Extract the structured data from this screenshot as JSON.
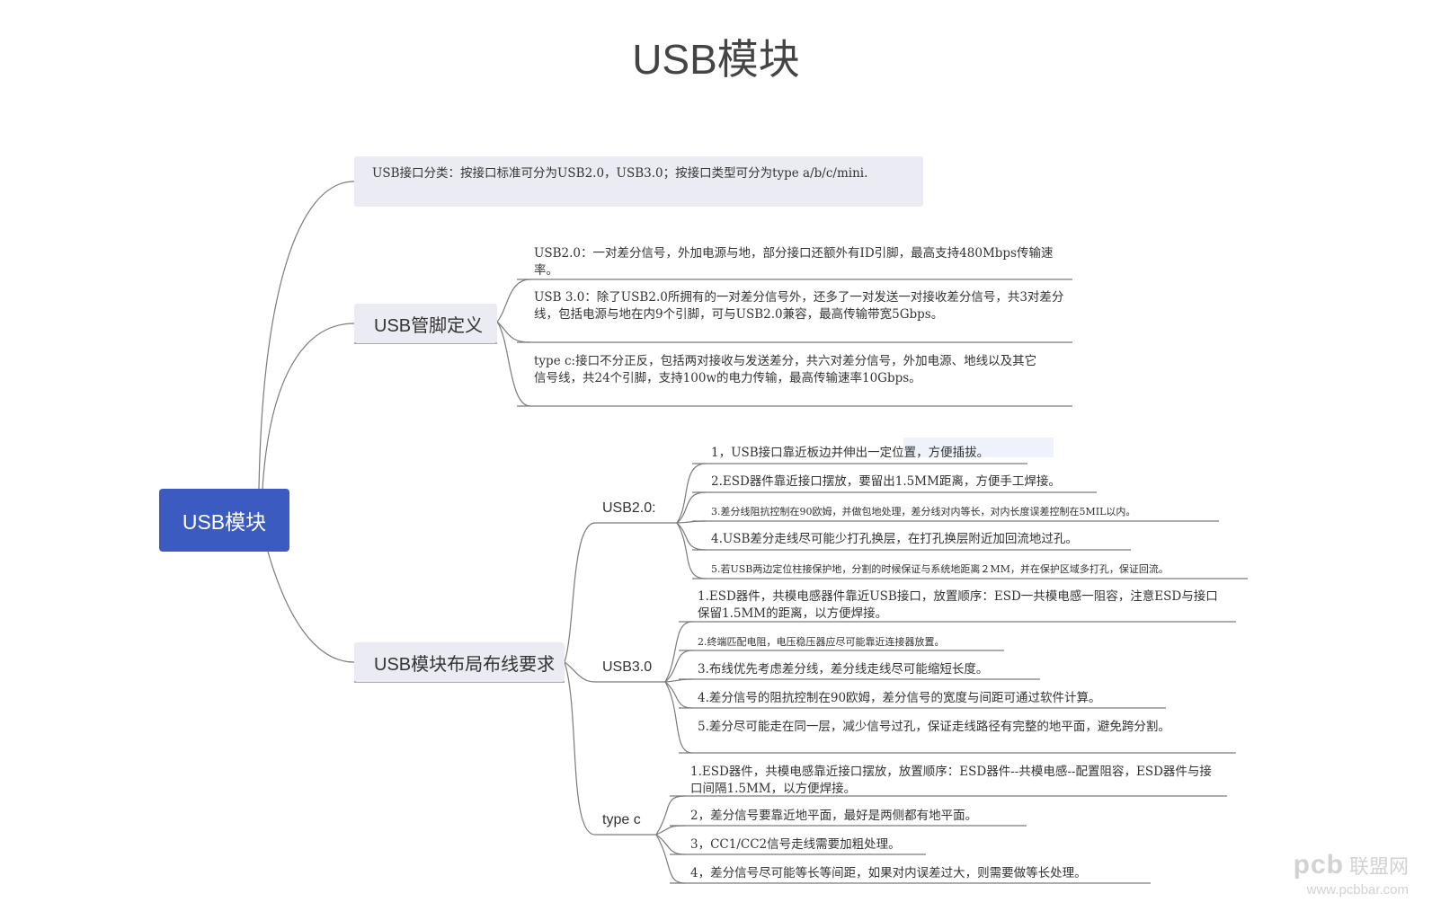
{
  "title": "USB模块",
  "root": {
    "label": "USB模块"
  },
  "branches": {
    "interface": {
      "text": "USB接口分类：按接口标准可分为USB2.0，USB3.0；按接口类型可分为type a/b/c/mini."
    },
    "pins": {
      "label": "USB管脚定义",
      "children": [
        "USB2.0：一对差分信号，外加电源与地，部分接口还额外有ID引脚，最高支持480Mbps传输速率。",
        "USB 3.0：除了USB2.0所拥有的一对差分信号外，还多了一对发送一对接收差分信号，共3对差分线，包括电源与地在内9个引脚，可与USB2.0兼容，最高传输带宽5Gbps。",
        "type c:接口不分正反，包括两对接收与发送差分，共六对差分信号，外加电源、地线以及其它信号线，共24个引脚，支持100w的电力传输，最高传输速率10Gbps。"
      ]
    },
    "layout": {
      "label": "USB模块布局布线要求",
      "usb2": {
        "label": "USB2.0:",
        "children": [
          "1，USB接口靠近板边并伸出一定位置，方便插拔。",
          "2.ESD器件靠近接口摆放，要留出1.5MM距离，方便手工焊接。",
          "3.差分线阻抗控制在90欧姆，并做包地处理，差分线对内等长，对内长度误差控制在5MIL以内。",
          "4.USB差分走线尽可能少打孔换层，在打孔换层附近加回流地过孔。",
          "5.若USB两边定位柱接保护地，分割的时候保证与系统地距离２MM，并在保护区域多打孔，保证回流。"
        ]
      },
      "usb3": {
        "label": "USB3.0",
        "children": [
          "1.ESD器件，共模电感器件靠近USB接口，放置顺序：ESD一共模电感一阻容，注意ESD与接口保留1.5MM的距离，以方便焊接。",
          "2.终端匹配电阻，电压稳压器应尽可能靠近连接器放置。",
          "3.布线优先考虑差分线，差分线走线尽可能缩短长度。",
          "4.差分信号的阻抗控制在90欧姆，差分信号的宽度与间距可通过软件计算。",
          "5.差分尽可能走在同一层，减少信号过孔，保证走线路径有完整的地平面，避免跨分割。"
        ]
      },
      "typec": {
        "label": "type c",
        "children": [
          "1.ESD器件，共模电感靠近接口摆放，放置顺序：ESD器件--共模电感--配置阻容，ESD器件与接口间隔1.5MM，以方便焊接。",
          "2，差分信号要靠近地平面，最好是两侧都有地平面。",
          "3，CC1/CC2信号走线需要加粗处理。",
          "4，差分信号尽可能等长等间距，如果对内误差过大，则需要做等长处理。"
        ]
      }
    }
  },
  "watermark": {
    "logo": "pcb",
    "cn": "联盟网",
    "url": "www.pcbbar.com"
  },
  "colors": {
    "root": "#3c5bc0",
    "node_bg": "#ebebf3",
    "edge": "#7a7a7a"
  }
}
